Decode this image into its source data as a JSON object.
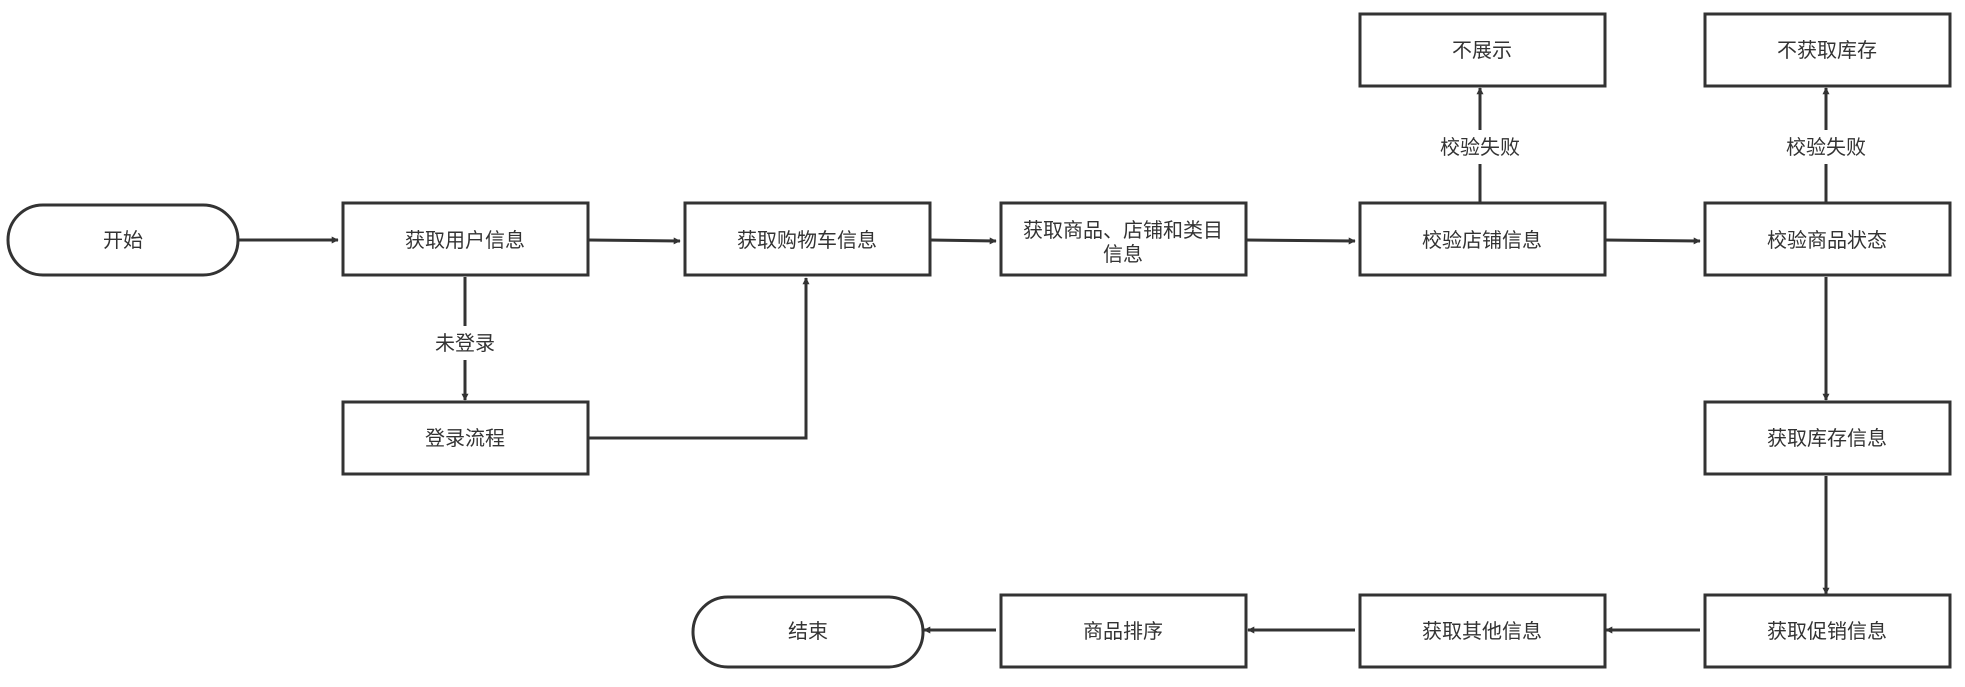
{
  "nodes": {
    "start": "开始",
    "get_user": "获取用户信息",
    "get_cart": "获取购物车信息",
    "get_product_line1": "获取商品、店铺和类目",
    "get_product_line2": "信息",
    "check_shop": "校验店铺信息",
    "check_product": "校验商品状态",
    "not_show": "不展示",
    "no_stock": "不获取库存",
    "login": "登录流程",
    "get_stock": "获取库存信息",
    "get_promo": "获取促销信息",
    "get_other": "获取其他信息",
    "sort": "商品排序",
    "end": "结束"
  },
  "edge_labels": {
    "not_logged_in": "未登录",
    "shop_fail": "校验失败",
    "product_fail": "校验失败"
  },
  "colors": {
    "stroke": "#333333",
    "fill": "#ffffff",
    "text": "#333333"
  }
}
